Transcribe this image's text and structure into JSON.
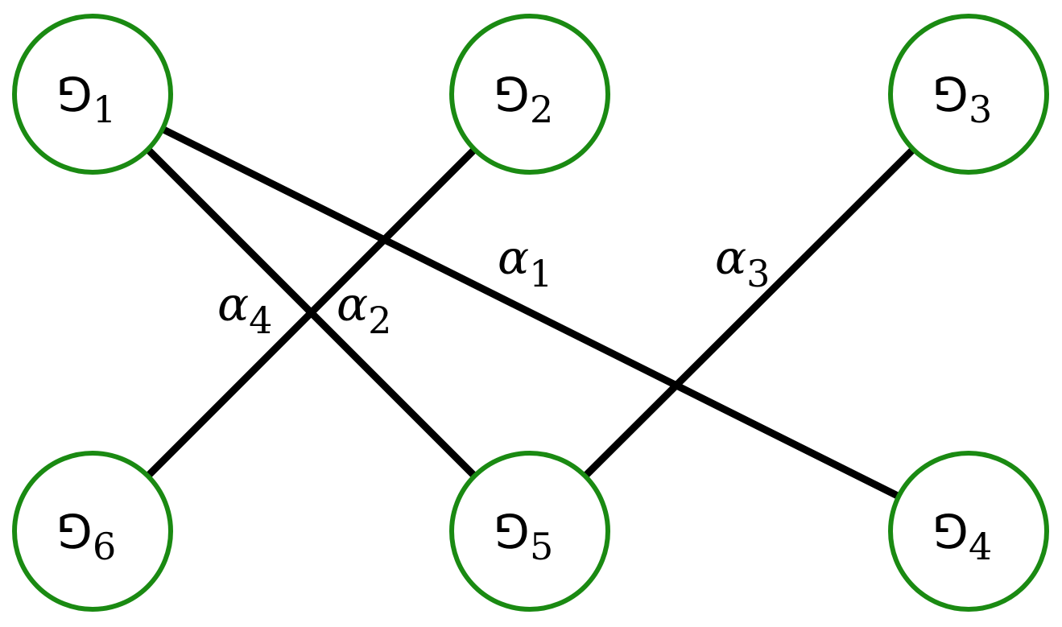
{
  "diagram": {
    "colors": {
      "node_stroke": "#1a8a12",
      "edge_stroke": "#000000",
      "background": "#ffffff"
    },
    "nodes": [
      {
        "id": "n1",
        "symbol": "⅁",
        "index": "1"
      },
      {
        "id": "n2",
        "symbol": "⅁",
        "index": "2"
      },
      {
        "id": "n3",
        "symbol": "⅁",
        "index": "3"
      },
      {
        "id": "n4",
        "symbol": "⅁",
        "index": "4"
      },
      {
        "id": "n5",
        "symbol": "⅁",
        "index": "5"
      },
      {
        "id": "n6",
        "symbol": "⅁",
        "index": "6"
      }
    ],
    "edges": [
      {
        "id": "e1",
        "from": "n1",
        "to": "n4",
        "label_symbol": "α",
        "label_index": "1"
      },
      {
        "id": "e2",
        "from": "n1",
        "to": "n5",
        "label_symbol": "α",
        "label_index": "2"
      },
      {
        "id": "e3",
        "from": "n3",
        "to": "n5",
        "label_symbol": "α",
        "label_index": "3"
      },
      {
        "id": "e4",
        "from": "n2",
        "to": "n6",
        "label_symbol": "α",
        "label_index": "4"
      }
    ]
  }
}
